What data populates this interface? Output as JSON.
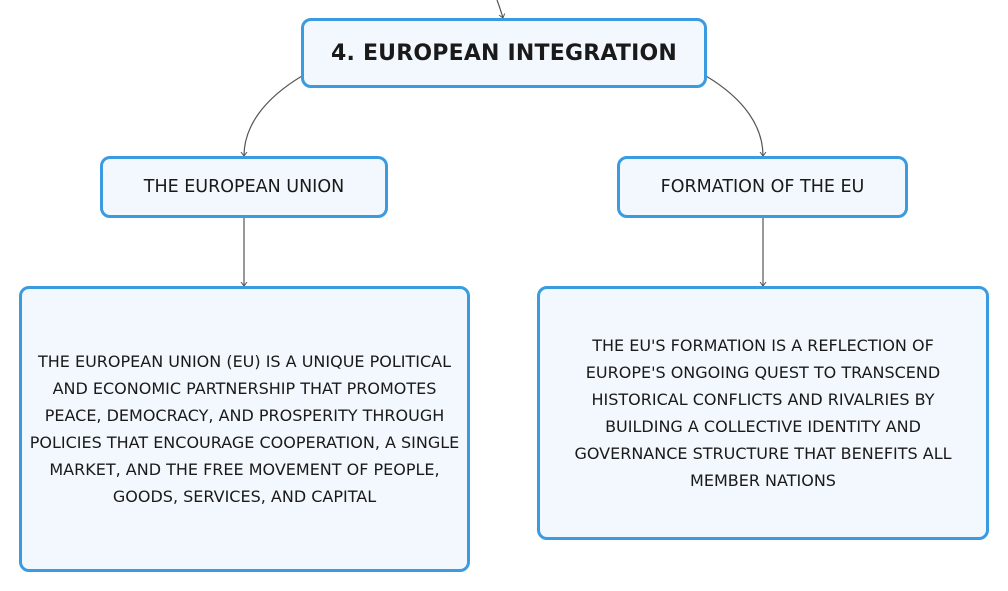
{
  "root": {
    "label": "4. EUROPEAN INTEGRATION"
  },
  "branches": [
    {
      "topic": "THE EUROPEAN UNION",
      "detail": "THE EUROPEAN UNION (EU) IS A UNIQUE POLITICAL AND ECONOMIC PARTNERSHIP THAT PROMOTES PEACE, DEMOCRACY, AND PROSPERITY THROUGH POLICIES THAT ENCOURAGE COOPERATION, A SINGLE MARKET, AND THE FREE MOVEMENT OF PEOPLE, GOODS, SERVICES, AND CAPITAL"
    },
    {
      "topic": "FORMATION OF THE EU",
      "detail": "THE EU'S FORMATION IS A REFLECTION OF EUROPE'S ONGOING QUEST TO TRANSCEND HISTORICAL CONFLICTS AND RIVALRIES BY BUILDING A COLLECTIVE IDENTITY AND GOVERNANCE STRUCTURE THAT BENEFITS ALL MEMBER NATIONS"
    }
  ],
  "colors": {
    "node_border": "#3a9be0",
    "node_fill": "#f2f8fd",
    "connector": "#555555"
  }
}
